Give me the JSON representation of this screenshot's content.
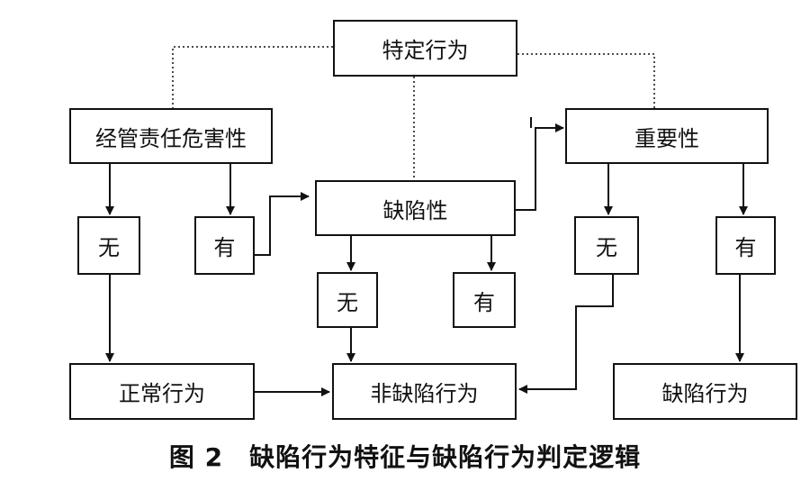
{
  "nodes": {
    "specific_behavior": "特定行为",
    "management_harm": "经管责任危害性",
    "importance": "重要性",
    "defectiveness": "缺陷性",
    "harm_no": "无",
    "harm_yes": "有",
    "defect_no": "无",
    "defect_yes": "有",
    "importance_no": "无",
    "importance_yes": "有",
    "normal_behavior": "正常行为",
    "non_defective_behavior": "非缺陷行为",
    "defective_behavior": "缺陷行为"
  },
  "caption": "图 2　缺陷行为特征与缺陷行为判定逻辑"
}
